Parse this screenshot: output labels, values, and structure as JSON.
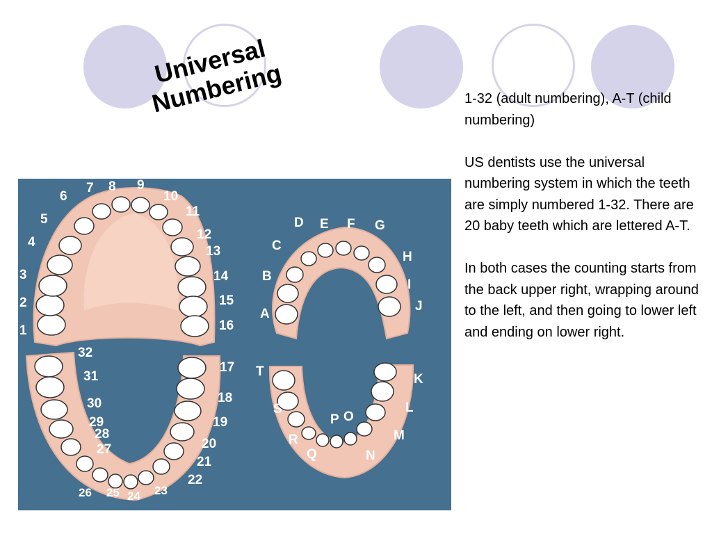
{
  "title": {
    "line1": "Universal",
    "line2": "Numbering"
  },
  "body": {
    "paragraph1": "1-32 (adult numbering), A-T (child numbering)",
    "paragraph2": "US dentists use the universal numbering system in which the teeth are simply numbered 1-32.  There are 20 baby teeth which are lettered A-T.",
    "paragraph3": "In both cases the counting starts from the back upper right, wrapping around to the left, and then going to lower left and ending on lower right."
  },
  "diagram": {
    "adult_upper_labels": [
      "1",
      "2",
      "3",
      "4",
      "5",
      "6",
      "7",
      "8",
      "9",
      "10",
      "11",
      "12",
      "13",
      "14",
      "15",
      "16"
    ],
    "adult_lower_labels": [
      "17",
      "18",
      "19",
      "20",
      "21",
      "22",
      "23",
      "24",
      "25",
      "26",
      "27",
      "28",
      "29",
      "30",
      "31",
      "32"
    ],
    "child_upper_labels": [
      "A",
      "B",
      "C",
      "D",
      "E",
      "F",
      "G",
      "H",
      "I",
      "J"
    ],
    "child_lower_labels": [
      "K",
      "L",
      "M",
      "N",
      "O",
      "P",
      "Q",
      "R",
      "S",
      "T"
    ]
  },
  "colors": {
    "background": "#ffffff",
    "accent_circle": "#d4d3ea",
    "diagram_background": "#45708f",
    "gum": "#f2c6b4",
    "tooth": "#ffffff",
    "label": "#ffffff"
  }
}
